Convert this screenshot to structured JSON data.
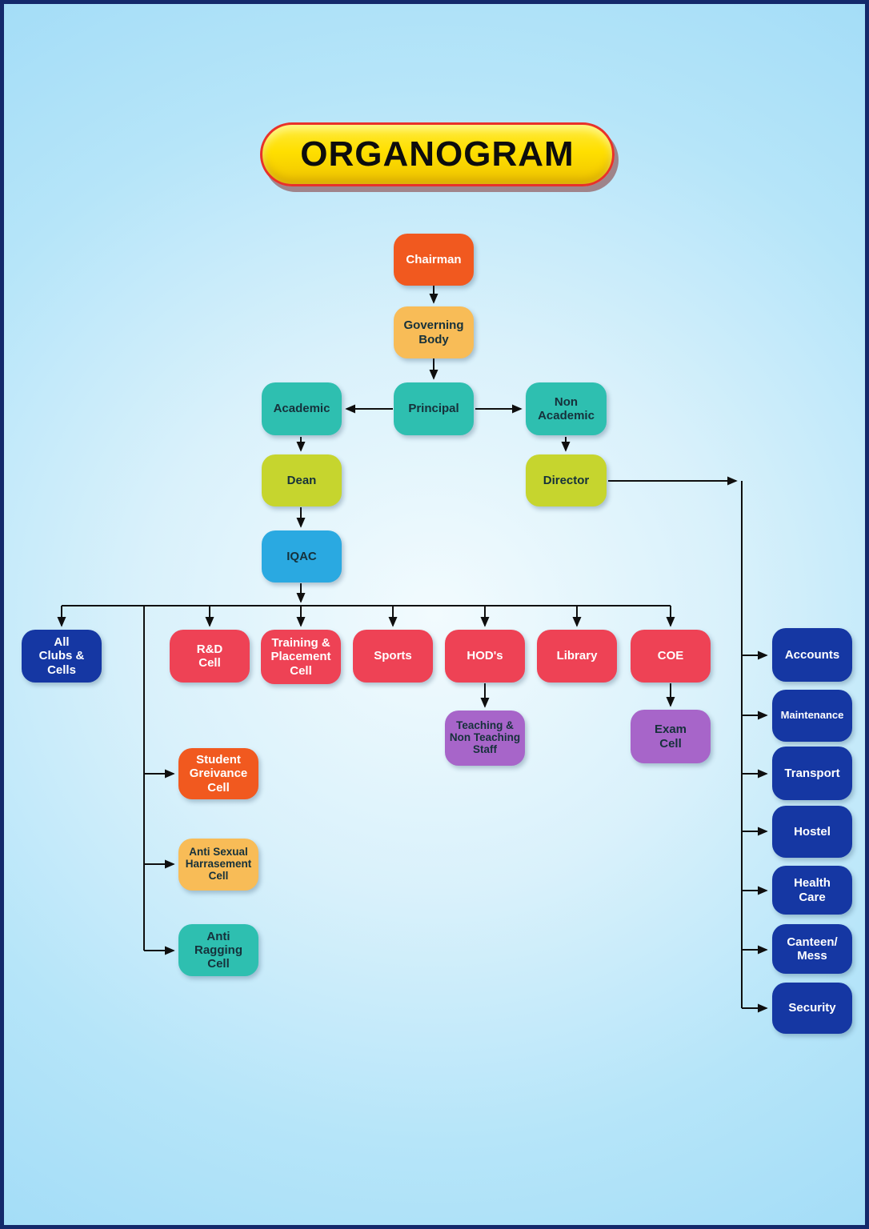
{
  "title": "ORGANOGRAM",
  "palette": {
    "orange": "#F1591F",
    "amber": "#F8BC57",
    "teal": "#2EBFB0",
    "lime": "#C6D52E",
    "sky": "#2AA9E1",
    "navy": "#1537A3",
    "red": "#EE4255",
    "purple": "#A765C9",
    "background_blue": "#A4DDF7",
    "frame_border": "#14296B",
    "title_fill": "#FFDF00",
    "title_border": "#E8312A",
    "connector": "#0F0F0F"
  },
  "nodes": {
    "chairman": {
      "label": "Chairman"
    },
    "governing_body": {
      "label": "Governing\nBody"
    },
    "principal": {
      "label": "Principal"
    },
    "academic": {
      "label": "Academic"
    },
    "non_academic": {
      "label": "Non\nAcademic"
    },
    "dean": {
      "label": "Dean"
    },
    "director": {
      "label": "Director"
    },
    "iqac": {
      "label": "IQAC"
    },
    "all_clubs": {
      "label": "All\nClubs &\nCells"
    },
    "rnd_cell": {
      "label": "R&D\nCell"
    },
    "training_placement": {
      "label": "Training &\nPlacement\nCell"
    },
    "sports": {
      "label": "Sports"
    },
    "hods": {
      "label": "HOD's"
    },
    "library": {
      "label": "Library"
    },
    "coe": {
      "label": "COE"
    },
    "teaching_staff": {
      "label": "Teaching &\nNon Teaching\nStaff"
    },
    "exam_cell": {
      "label": "Exam\nCell"
    },
    "student_grievance": {
      "label": "Student\nGreivance\nCell"
    },
    "anti_sexual": {
      "label": "Anti Sexual\nHarrasement\nCell"
    },
    "anti_ragging": {
      "label": "Anti\nRagging\nCell"
    },
    "accounts": {
      "label": "Accounts"
    },
    "maintenance": {
      "label": "Maintenance"
    },
    "transport": {
      "label": "Transport"
    },
    "hostel": {
      "label": "Hostel"
    },
    "health_care": {
      "label": "Health\nCare"
    },
    "canteen_mess": {
      "label": "Canteen/\nMess"
    },
    "security": {
      "label": "Security"
    }
  }
}
